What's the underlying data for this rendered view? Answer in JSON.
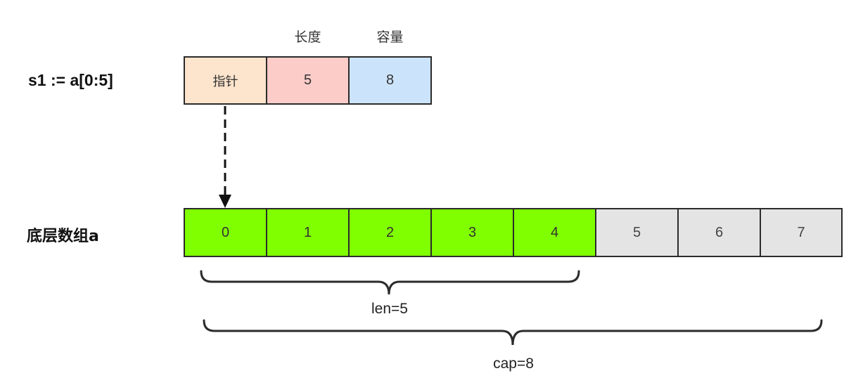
{
  "slice_label": "s1 := a[0:5]",
  "array_label": "底层数组a",
  "headers": {
    "length": "长度",
    "capacity": "容量"
  },
  "slice_header": {
    "pointer": "指针",
    "length": "5",
    "capacity": "8"
  },
  "array": {
    "cells": [
      "0",
      "1",
      "2",
      "3",
      "4",
      "5",
      "6",
      "7"
    ],
    "in_slice_color": "#80ff00",
    "outside_color": "#e4e4e4"
  },
  "braces": {
    "len_label": "len=5",
    "cap_label": "cap=8"
  },
  "colors": {
    "pointer_bg": "#fde4cc",
    "length_bg": "#fcccc9",
    "capacity_bg": "#cce4fb"
  }
}
